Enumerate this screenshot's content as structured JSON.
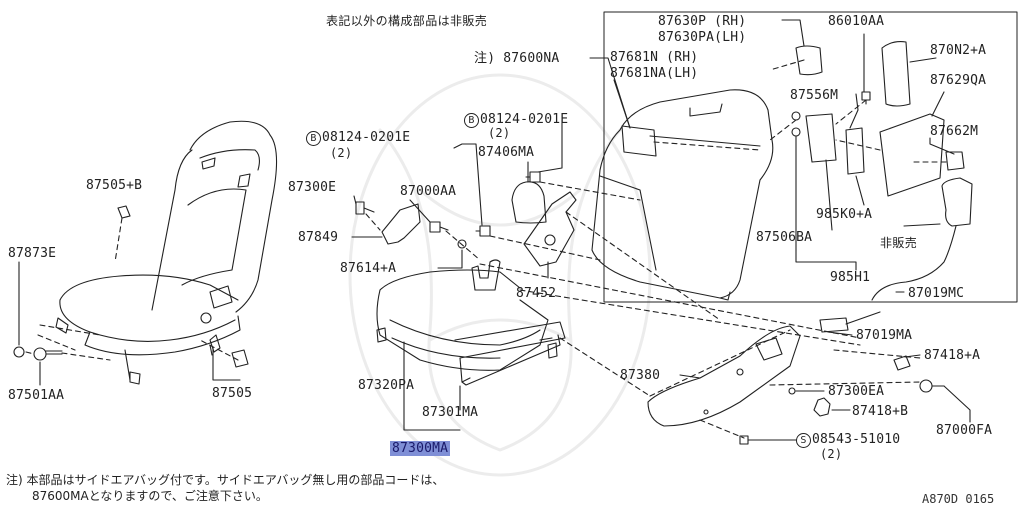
{
  "header_note": "表記以外の構成部品は非販売",
  "parts": {
    "p87630P": "87630P (RH)",
    "p87630PA": "87630PA(LH)",
    "p86010AA": "86010AA",
    "p870N2A": "870N2+A",
    "p87600NA": "注) 87600NA",
    "p87681N": "87681N (RH)",
    "p87681NA": "87681NA(LH)",
    "p87629QA": "87629QA",
    "p87556M": "87556M",
    "p87662M": "87662M",
    "p08124a_marker": "B",
    "p08124a": "08124-0201E",
    "p08124a_qty": "(2)",
    "p08124b_marker": "B",
    "p08124b": "08124-0201E",
    "p08124b_qty": "(2)",
    "p87406MA": "87406MA",
    "p87505B": "87505+B",
    "p87300E": "87300E",
    "p87000AA": "87000AA",
    "p985K0A": "985K0+A",
    "p87849": "87849",
    "p87506BA": "87506BA",
    "p_nonsale": "非販売",
    "p87873E": "87873E",
    "p87614A": "87614+A",
    "p985H1": "985H1",
    "p87452": "87452",
    "p87019MC": "87019MC",
    "p87019MA": "87019MA",
    "p87418A": "87418+A",
    "p87380": "87380",
    "p87320PA": "87320PA",
    "p87501AA": "87501AA",
    "p87505": "87505",
    "p87300EA": "87300EA",
    "p87418B": "87418+B",
    "p87301MA": "87301MA",
    "p87000FA": "87000FA",
    "p08543_marker": "S",
    "p08543": "08543-51010",
    "p08543_qty": "(2)",
    "p87300MA": "87300MA"
  },
  "footnote_line1": "注) 本部品はサイドエアバッグ付です。サイドエアバッグ無し用の部品コードは、",
  "footnote_line2": "87600MAとなりますので、ご注意下さい。",
  "diagram_code": "A870D 0165",
  "colors": {
    "highlight": "#7f8fd6",
    "line": "#222222"
  }
}
